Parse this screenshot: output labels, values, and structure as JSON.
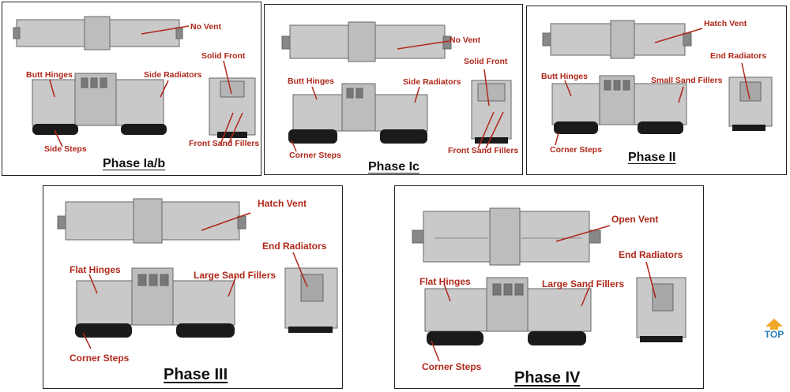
{
  "phases": [
    {
      "title": "Phase Ia/b",
      "labels": {
        "vent": "No Vent",
        "front": "Solid Front",
        "hinges": "Butt Hinges",
        "radiators": "Side Radiators",
        "fillers": "Front Sand Fillers",
        "steps": "Side Steps"
      }
    },
    {
      "title": "Phase Ic",
      "labels": {
        "vent": "No Vent",
        "front": "Solid Front",
        "hinges": "Butt Hinges",
        "radiators": "Side Radiators",
        "fillers": "Front Sand Fillers",
        "steps": "Corner Steps"
      }
    },
    {
      "title": "Phase II",
      "labels": {
        "vent": "Hatch Vent",
        "front": "End Radiators",
        "hinges": "Butt Hinges",
        "radiators": "Small Sand Fillers",
        "steps": "Corner Steps"
      }
    },
    {
      "title": "Phase III",
      "labels": {
        "vent": "Hatch Vent",
        "front": "End Radiators",
        "hinges": "Flat Hinges",
        "radiators": "Large Sand Fillers",
        "steps": "Corner Steps"
      }
    },
    {
      "title": "Phase IV",
      "labels": {
        "vent": "Open Vent",
        "front": "End Radiators",
        "hinges": "Flat Hinges",
        "radiators": "Large Sand Fillers",
        "steps": "Corner Steps"
      }
    }
  ],
  "top_link": {
    "label": "TOP",
    "icon": "arrow-up-icon",
    "color": "#2d7fb8"
  },
  "colors": {
    "callout": "#b0271a",
    "body": "#c9c9c9",
    "truck": "#1a1a1a"
  }
}
